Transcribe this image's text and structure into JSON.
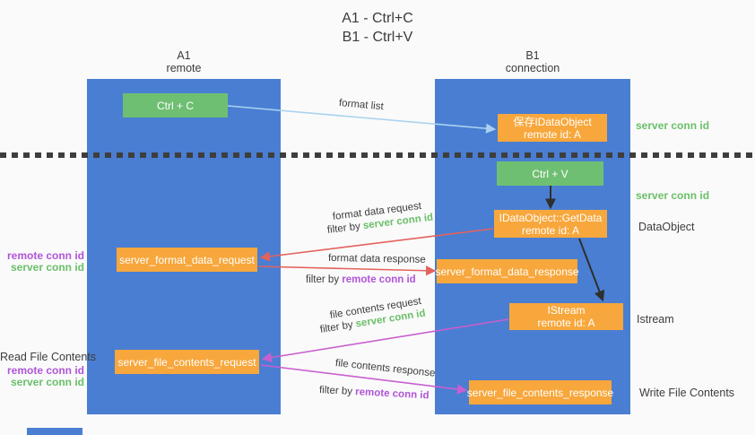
{
  "title": {
    "line1": "A1 - Ctrl+C",
    "line2": "B1 - Ctrl+V"
  },
  "lanes": {
    "left": {
      "name": "A1",
      "role": "remote"
    },
    "right": {
      "name": "B1",
      "role": "connection"
    }
  },
  "nodes": {
    "ctrl_c": {
      "label": "Ctrl + C"
    },
    "ctrl_v": {
      "label": "Ctrl + V"
    },
    "save_dataobject": {
      "line1": "保存IDataObject",
      "line2": "remote id: A"
    },
    "getdata": {
      "line1": "IDataObject::GetData",
      "line2": "remote id: A"
    },
    "istream": {
      "line1": "IStream",
      "line2": "remote id: A"
    },
    "server_format_data_request": {
      "label": "server_format_data_request"
    },
    "server_format_data_response": {
      "label": "server_format_data_response"
    },
    "server_file_contents_request": {
      "label": "server_file_contents_request"
    },
    "server_file_contents_response": {
      "label": "server_file_contents_response"
    }
  },
  "arrow_labels": {
    "format_list": "format list",
    "format_data_request": "format data request",
    "format_data_response": "format data response",
    "file_contents_request": "file contents request",
    "file_contents_response": "file contents response",
    "filter_by_prefix": "filter by ",
    "server_conn_id": "server conn id",
    "remote_conn_id": "remote conn id"
  },
  "side_labels": {
    "server_conn_id_top": "server conn id",
    "server_conn_id_mid": "server conn id",
    "dataobject": "DataObject",
    "istream": "Istream",
    "write_file_contents": "Write File Contents",
    "read_file_contents": "Read File Contents",
    "remote_conn_id": "remote conn id",
    "server_conn_id": "server conn id"
  },
  "colors": {
    "lane_blue": "#4a7ed2",
    "box_green": "#6fbf73",
    "box_orange": "#f7a73c",
    "conn_green": "#6abf69",
    "conn_purple": "#b055d8",
    "arrow_red": "#e4625c",
    "arrow_magenta": "#c95fd0",
    "arrow_lightblue": "#a9d2f0",
    "arrow_black": "#2f2f2f"
  }
}
